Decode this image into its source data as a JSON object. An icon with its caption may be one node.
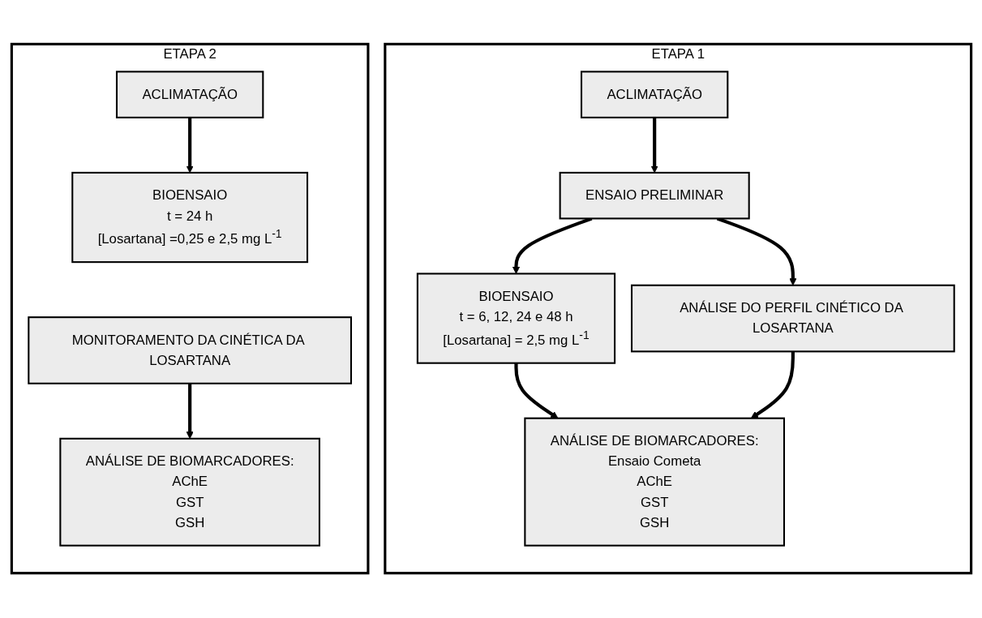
{
  "diagram": {
    "nodes": [
      {
        "text": [
          "ETAPA 1"
        ]
      },
      {
        "text": [
          "ACLIMATAÇÃO"
        ],
        "in": 0
      },
      {
        "text": [
          "ENSAIO PRELIMINAR"
        ],
        "in": 0
      },
      {
        "text": [
          "BIOENSAIO",
          "t = 6, 12, 24 e 48 h",
          "[Losartana] = 2,5 mg L$^{-1}$"
        ],
        "in": 0
      },
      {
        "text": [
          "ANÁLISE DO PERFIL CINÉTICO DA LOSARTANA"
        ],
        "in": 0
      },
      {
        "text": [
          "ANÁLISE DE BIOMARCADORES:",
          "Ensaio Cometa",
          "AChE",
          "GST",
          "GSH"
        ],
        "in": 0
      },
      {
        "text": [
          "ETAPA 2"
        ]
      },
      {
        "text": [
          "ACLIMATAÇÃO"
        ],
        "in": 6
      },
      {
        "text": [
          "BIOENSAIO",
          "t = 24 h",
          "[Losartana] =0,25 e 2,5 mg L$^{-1}$"
        ],
        "in": 6
      },
      {
        "text": [
          "MONITORAMENTO DA CINÉTICA DA LOSARTANA"
        ],
        "in": 6
      },
      {
        "text": [
          "ANÁLISE DE BIOMARCADORES:",
          "AChE",
          "GST",
          "GSH"
        ],
        "in": 6
      }
    ],
    "edges": [
      {
        "from": 1,
        "to": 2,
        "arrow": "to"
      },
      {
        "from": 2,
        "to": 3,
        "arrow": "to"
      },
      {
        "from": 2,
        "to": 4,
        "arrow": "to"
      },
      {
        "from": 3,
        "to": 5,
        "arrow": "to"
      },
      {
        "from": 4,
        "to": 5,
        "arrow": "to"
      },
      {
        "from": 7,
        "to": 8,
        "arrow": "to"
      },
      {
        "from": 9,
        "to": 10,
        "arrow": "to"
      }
    ]
  }
}
